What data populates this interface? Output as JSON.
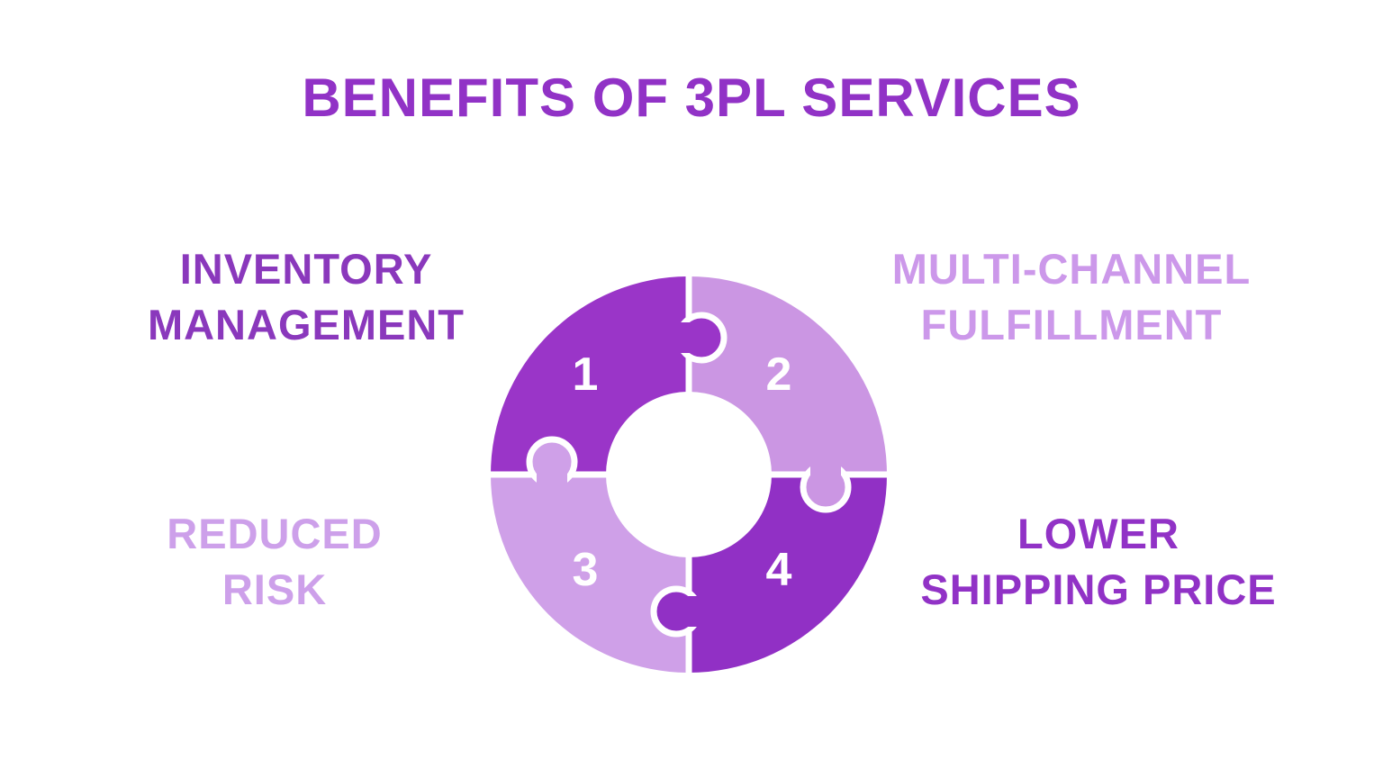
{
  "title": {
    "text": "BENEFITS OF 3PL SERVICES",
    "color": "#9132C6"
  },
  "diagram": {
    "type": "circular-puzzle-cycle",
    "pieces": [
      {
        "number": "1",
        "label": "INVENTORY MANAGEMENT",
        "color": "#9A35C8"
      },
      {
        "number": "2",
        "label": "MULTI-CHANNEL FULFILLMENT",
        "color": "#CB96E3"
      },
      {
        "number": "3",
        "label": "REDUCED RISK",
        "color": "#CFA0E8"
      },
      {
        "number": "4",
        "label": "LOWER SHIPPING PRICE",
        "color": "#9130C5"
      }
    ],
    "number_color": "#FFFFFF",
    "separator_color": "#FFFFFF"
  },
  "labels": {
    "inventory": {
      "line1": "INVENTORY",
      "line2": "MANAGEMENT",
      "color": "#8A38BC"
    },
    "multi_channel": {
      "line1": "MULTI-CHANNEL",
      "line2": "FULFILLMENT",
      "color": "#CC98EA"
    },
    "reduced_risk": {
      "line1": "REDUCED",
      "line2": "RISK",
      "color": "#CDA0EA"
    },
    "lower_shipping": {
      "line1": "LOWER",
      "line2": "SHIPPING PRICE",
      "color": "#9132C6"
    }
  },
  "background": "#FFFFFF"
}
